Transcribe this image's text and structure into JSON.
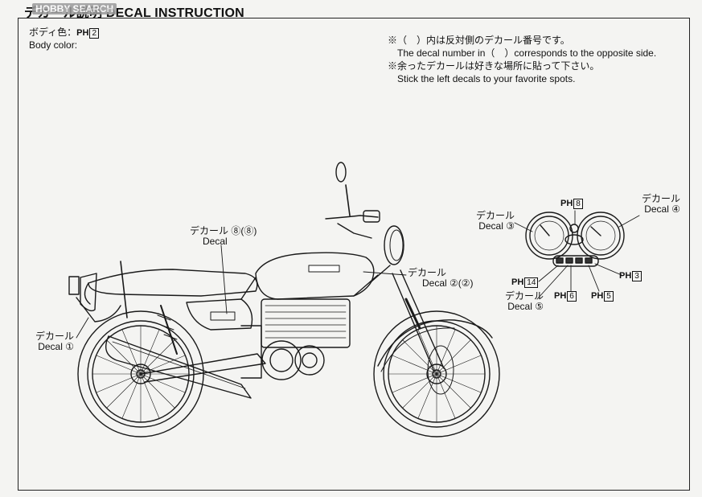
{
  "header": {
    "title": "デカール説明 DECAL INSTRUCTION",
    "watermark": "HOBBY SEARCH"
  },
  "body_color": {
    "label_jp": "ボディ色：",
    "ph": "PH",
    "number": "2",
    "label_en": "Body color:"
  },
  "notes": {
    "line1": "※（　）内は反対側のデカール番号です。",
    "line2": "The decal number in（　）corresponds to the opposite side.",
    "line3": "※余ったデカールは好きな場所に貼って下さい。",
    "line4": "Stick the left decals to your favorite spots."
  },
  "callouts": {
    "decal1": {
      "jp": "デカール",
      "en": "Decal",
      "num": "①"
    },
    "decal2": {
      "jp": "デカール",
      "en": "Decal",
      "num": "②(②)"
    },
    "decal3": {
      "jp": "デカール",
      "en": "Decal",
      "num": "③"
    },
    "decal4": {
      "jp": "デカール",
      "en": "Decal",
      "num": "④"
    },
    "decal5": {
      "jp": "デカール",
      "en": "Decal",
      "num": "⑤"
    },
    "decal8": {
      "jp": "デカール",
      "en": "Decal",
      "num": "⑧(⑧)"
    }
  },
  "paint_refs": {
    "ph": "PH",
    "ph3": "3",
    "ph5": "5",
    "ph6": "6",
    "ph8": "8",
    "ph14": "14"
  }
}
